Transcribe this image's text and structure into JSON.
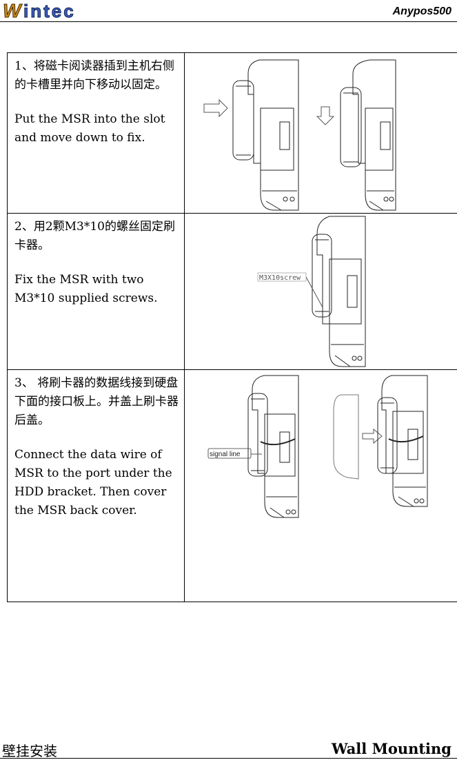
{
  "header": {
    "logo_text": "Wintec",
    "model": "Anypos500"
  },
  "steps": [
    {
      "cn": "1、将磁卡阅读器插到主机右侧的卡槽里并向下移动以固定。",
      "en": "Put the MSR into the slot and move down to fix."
    },
    {
      "cn": "2、用2颗M3*10的螺丝固定刷卡器。",
      "en": "Fix the MSR with two M3*10 supplied screws.",
      "callout": "M3X10screw"
    },
    {
      "cn": "3、 将刷卡器的数据线接到硬盘下面的接口板上。并盖上刷卡器后盖。",
      "en": "Connect the data wire of MSR to the port under the HDD bracket. Then cover the MSR back cover.",
      "callout": "signal line"
    }
  ],
  "footer": {
    "left": "壁挂安装",
    "right": "Wall Mounting"
  }
}
